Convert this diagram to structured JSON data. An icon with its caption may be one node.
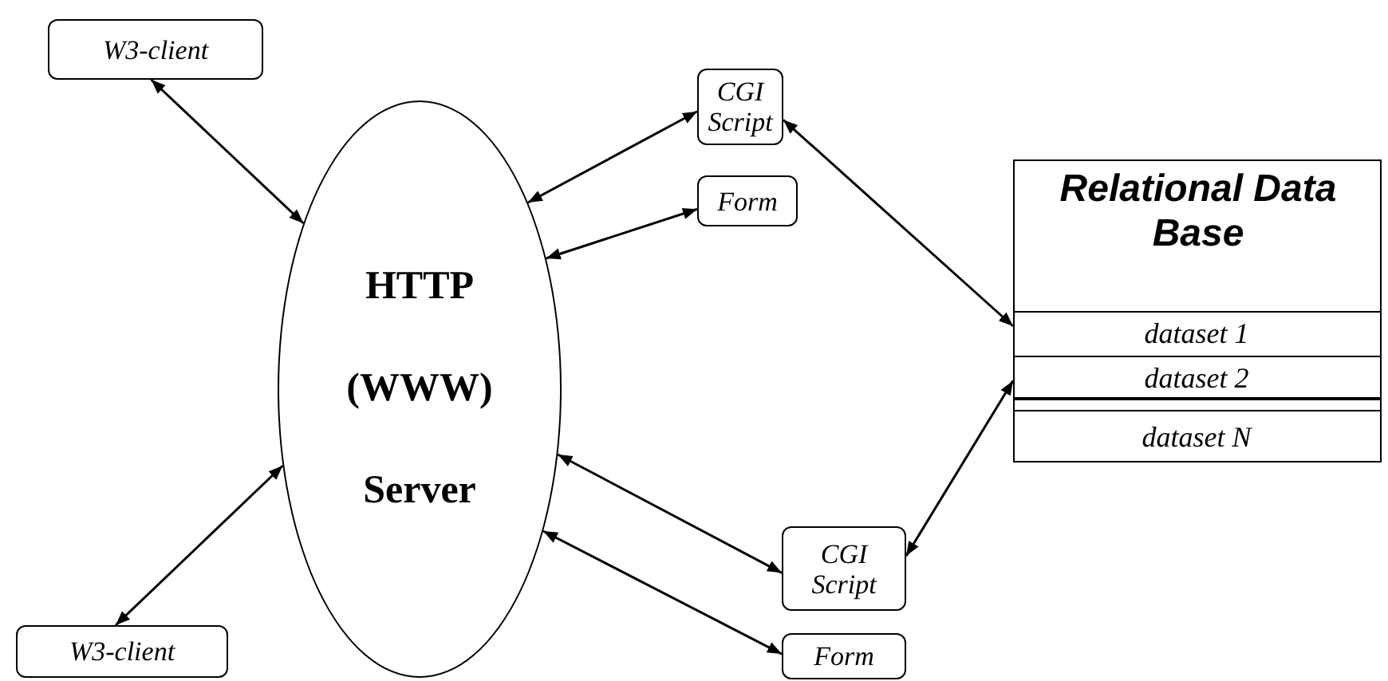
{
  "diagram": {
    "nodes": [
      {
        "text": [
          "W3-client"
        ]
      },
      {
        "text": [
          "HTTP (WWW) Server"
        ]
      },
      {
        "text": [
          "CGI Script"
        ]
      },
      {
        "text": [
          "Form"
        ]
      },
      {
        "text": [
          "Relational Data Base"
        ]
      },
      {
        "text": [
          "dataset 1"
        ],
        "in": 4
      },
      {
        "text": [
          "dataset 2"
        ],
        "in": 4
      },
      {
        "text": [
          "dataset N"
        ],
        "in": 4
      },
      {
        "text": [
          "W3-client"
        ]
      },
      {
        "text": [
          "CGI Script"
        ]
      },
      {
        "text": [
          "Form"
        ]
      }
    ],
    "edges": [
      {
        "from": 0,
        "to": 1,
        "arrow": "both"
      },
      {
        "from": 1,
        "to": 2,
        "arrow": "both"
      },
      {
        "from": 1,
        "to": 3,
        "arrow": "both"
      },
      {
        "from": 2,
        "to": 4,
        "arrow": "both"
      },
      {
        "from": 4,
        "to": 9,
        "arrow": "both"
      },
      {
        "from": 1,
        "to": 9,
        "arrow": "both"
      },
      {
        "from": 1,
        "to": 10,
        "arrow": "both"
      },
      {
        "from": 8,
        "to": 1,
        "arrow": "both"
      }
    ]
  }
}
